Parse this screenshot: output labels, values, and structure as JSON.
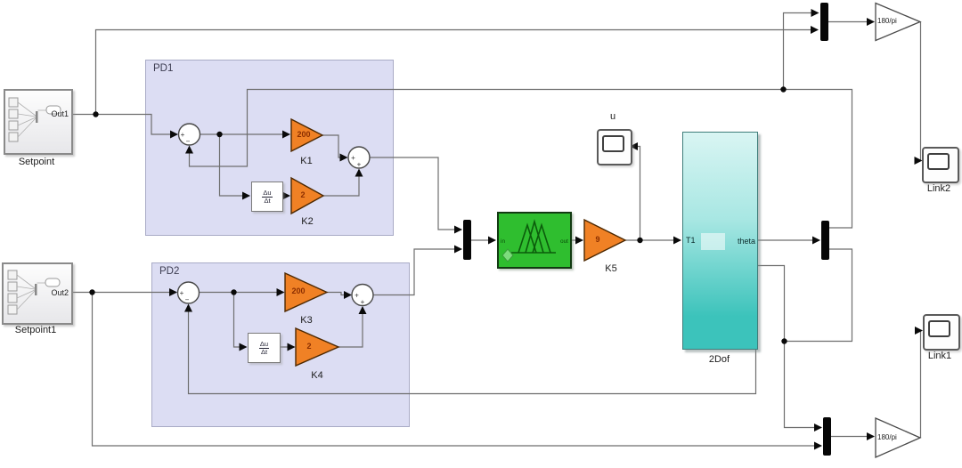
{
  "diagram": {
    "regions": {
      "pd1": "PD1",
      "pd2": "PD2"
    },
    "sources": {
      "setpoint": {
        "label": "Setpoint",
        "port": "Out1"
      },
      "setpoint1": {
        "label": "Setpoint1",
        "port": "Out2"
      }
    },
    "sums": {
      "plus": "+",
      "minus": "−"
    },
    "derivative": {
      "num": "Δu",
      "den": "Δt"
    },
    "gains": {
      "k1": {
        "value": "200",
        "label": "K1"
      },
      "k2": {
        "value": "2",
        "label": "K2"
      },
      "k3": {
        "value": "200",
        "label": "K3"
      },
      "k4": {
        "value": "2",
        "label": "K4"
      },
      "k5": {
        "value": "9",
        "label": "K5"
      },
      "deg_top": {
        "value": "180/pi"
      },
      "deg_bottom": {
        "value": "180/pi"
      }
    },
    "fuzzy": {
      "in": "in",
      "out": "out"
    },
    "scopes": {
      "u": "u",
      "link1": "Link1",
      "link2": "Link2"
    },
    "plant": {
      "label": "2Dof",
      "in": "T1",
      "out": "theta"
    },
    "colors": {
      "gain_fill": "#f08125",
      "gain_stroke": "#4d2800",
      "gain_text": "#8b2e00",
      "fuzzy_fill": "#2fbe2f",
      "fuzzy_stroke": "#123a12",
      "plant_top": "#d9f5f3",
      "plant_bottom": "#3cc3bb",
      "region_fill": "#dcddf3",
      "region_stroke": "#a9abc6",
      "wire": "#6e6e6e"
    }
  }
}
